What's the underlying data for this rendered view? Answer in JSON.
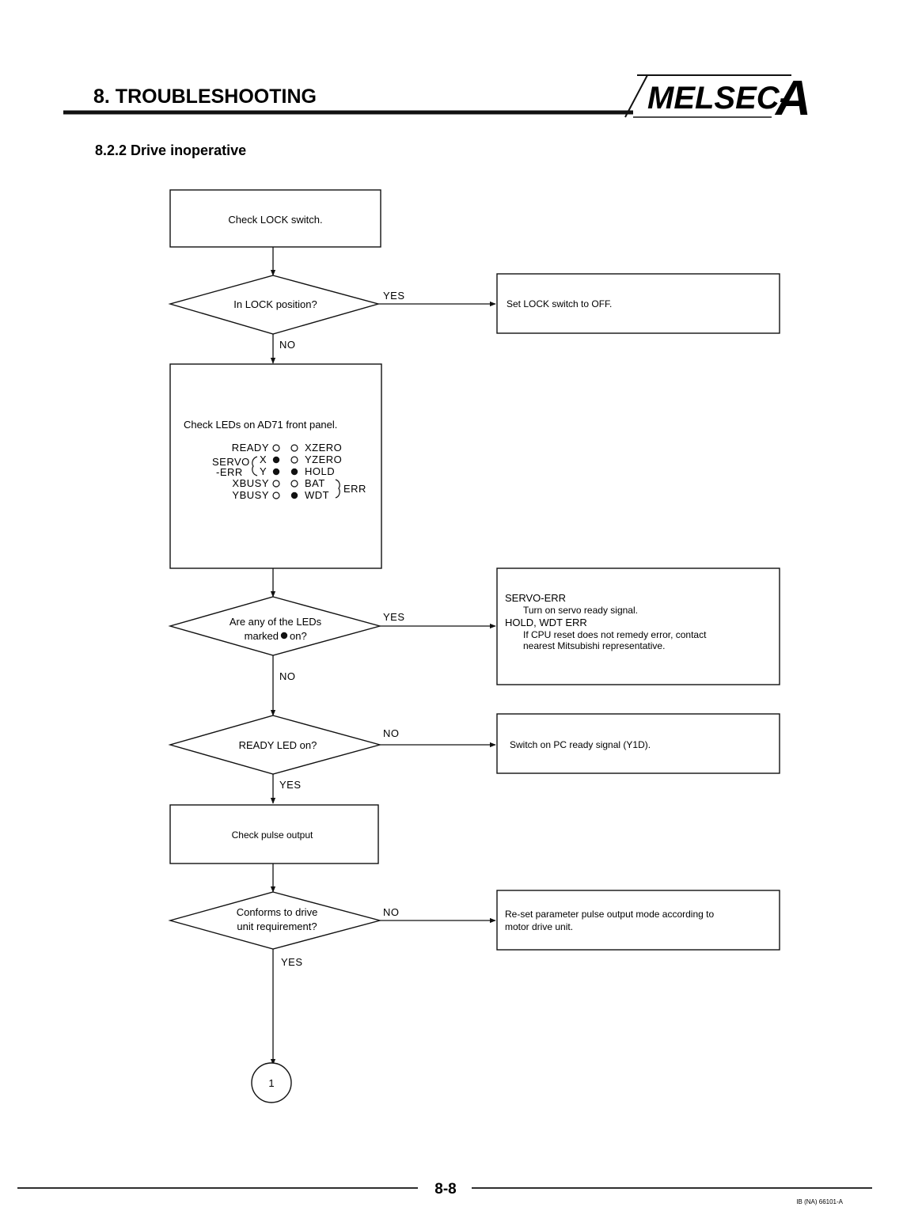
{
  "header": {
    "chapter_title": "8. TROUBLESHOOTING",
    "logo_text": "MELSEC-",
    "logo_letter": "A"
  },
  "section_title": "8.2.2 Drive inoperative",
  "flow": {
    "check_lock": "Check LOCK switch.",
    "q_lock": "In LOCK position?",
    "q_lock_yes": "YES",
    "q_lock_no": "NO",
    "set_lock_off": "Set LOCK switch to OFF.",
    "check_leds_title": "Check LEDs on AD71 front panel.",
    "leds": {
      "left": {
        "ready": "READY",
        "servo": "SERVO",
        "err": "-ERR",
        "x": "X",
        "y": "Y",
        "xbusy": "XBUSY",
        "ybusy": "YBUSY"
      },
      "right": {
        "xzero": "XZERO",
        "yzero": "YZERO",
        "hold": "HOLD",
        "bat": "BAT",
        "wdt": "WDT",
        "err": "ERR"
      }
    },
    "q_leds": [
      "Are any of the LEDs",
      "marked",
      "on?"
    ],
    "q_leds_yes": "YES",
    "q_leds_no": "NO",
    "servo_box": {
      "h1": "SERVO-ERR",
      "l1": "Turn on servo ready signal.",
      "h2": "HOLD, WDT ERR",
      "l2": "If CPU reset does not remedy error, contact",
      "l3": "nearest Mitsubishi representative."
    },
    "q_ready": "READY LED on?",
    "q_ready_no": "NO",
    "q_ready_yes": "YES",
    "switch_pc": "Switch on PC ready signal (Y1D).",
    "check_pulse": "Check pulse output",
    "q_conforms": [
      "Conforms to drive",
      "unit requirement?"
    ],
    "q_conforms_no": "NO",
    "q_conforms_yes": "YES",
    "reset_param": [
      "Re-set parameter pulse output mode according to",
      "motor drive unit."
    ],
    "connector": "1"
  },
  "footer": {
    "page_number": "8-8",
    "doc_ref": "IB (NA) 66101-A"
  }
}
